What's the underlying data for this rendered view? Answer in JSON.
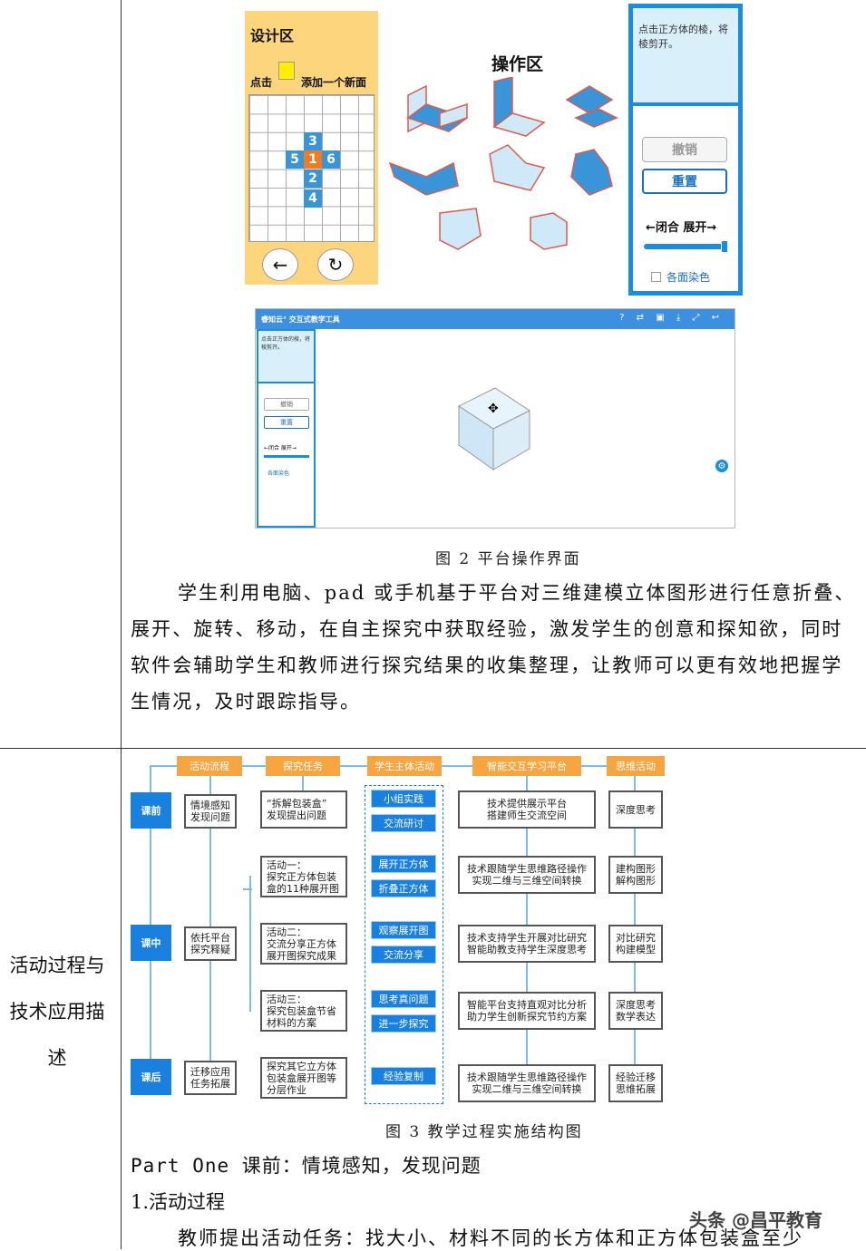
{
  "fig2": {
    "design_title": "设计区",
    "click_label": "点击",
    "add_face_label": "添加一个新面",
    "grid_numbers": [
      "3",
      "5",
      "1",
      "6",
      "2",
      "4"
    ],
    "operation_title": "操作区",
    "note": "点击正方体的棱，将棱剪开。",
    "undo": "撤销",
    "reset": "重置",
    "slider_label": "←闭合 展开→",
    "paint_label": "各面染色",
    "app_title": "睿知云° 交互式教学工具",
    "app_note": "点击正方体的棱，将棱剪开。",
    "app_undo": "撤销",
    "app_reset": "重置",
    "app_slider_label": "←闭合 展开→",
    "app_paint_label": "各面染色",
    "caption": "图 2 平台操作界面"
  },
  "paragraph": "学生利用电脑、pad 或手机基于平台对三维建模立体图形进行任意折叠、展开、旋转、移动，在自主探究中获取经验，激发学生的创意和探知欲，同时软件会辅助学生和教师进行探究结果的收集整理，让教师可以更有效地把握学生情况，及时跟踪指导。",
  "side_label": "活动过程与技术应用描述",
  "fig3": {
    "headers": [
      "活动流程",
      "探究任务",
      "学生主体活动",
      "智能交互学习平台",
      "思维活动"
    ],
    "phases": [
      "课前",
      "课中",
      "课后"
    ],
    "flow": [
      "情境感知\n发现问题",
      "依托平台\n探究释疑",
      "迁移应用\n任务拓展"
    ],
    "tasks": [
      "“拆解包装盒”\n发现提出问题",
      "活动一：\n探究正方体包装\n盒的11种展开图",
      "活动二：\n交流分享正方体\n展开图探究成果",
      "活动三：\n探究包装盒节省\n材料的方案",
      "探究其它立方体\n包装盒展开图等\n分层作业"
    ],
    "activities": [
      "小组实践",
      "交流研讨",
      "展开正方体",
      "折叠正方体",
      "观察展开图",
      "交流分享",
      "思考真问题",
      "进一步探究",
      "经验复制"
    ],
    "platform": [
      "技术提供展示平台\n搭建师生交流空间",
      "技术跟随学生思维路径操作\n实现二维与三维空间转换",
      "技术支持学生开展对比研究\n智能助教支持学生深度思考",
      "智能平台支持直观对比分析\n助力学生创新探究节约方案",
      "技术跟随学生思维路径操作\n实现二维与三维空间转换"
    ],
    "thinking": [
      "深度思考",
      "建构图形\n解构图形",
      "对比研究\n构建模型",
      "深度思考\n数学表达",
      "经验迁移\n思维拓展"
    ],
    "caption": "图 3 教学过程实施结构图"
  },
  "part_heading": "Part One 课前：情境感知，发现问题",
  "sub_heading": "1.活动过程",
  "last_line": "教师提出活动任务：找大小、材料不同的长方体和正方体包装盒至少",
  "watermark": "头条 @昌平教育"
}
